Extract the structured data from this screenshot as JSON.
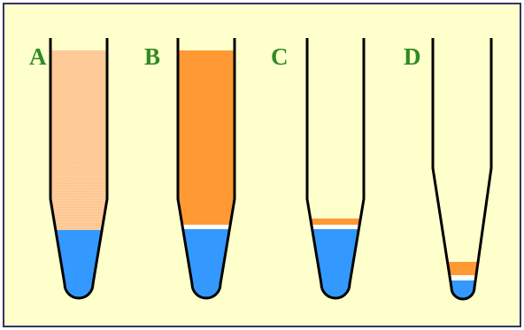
{
  "colors": {
    "panel_background": "#FFFFCC",
    "panel_border": "#333366",
    "label": "#2E8B21",
    "tube_outline": "#000000",
    "aqueous_blue": "#3399FF",
    "orange_phase": "#FF9933",
    "light_orange_phase": "#FFCC99",
    "interface_white": "#FFFFFF"
  },
  "tubes": [
    {
      "id": "A",
      "label": "A"
    },
    {
      "id": "B",
      "label": "B"
    },
    {
      "id": "C",
      "label": "C"
    },
    {
      "id": "D",
      "label": "D"
    }
  ]
}
